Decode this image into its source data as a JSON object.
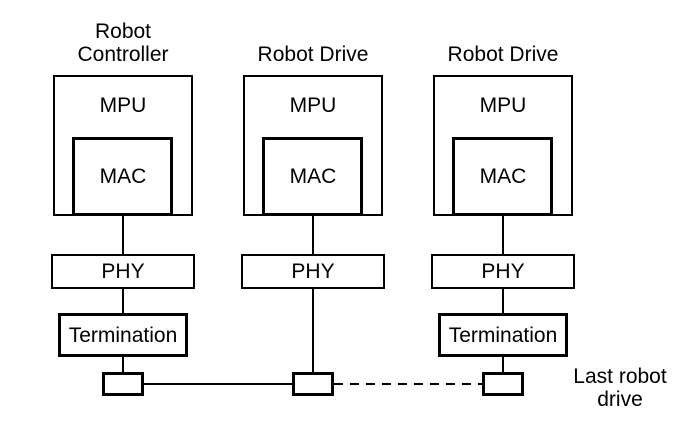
{
  "diagram": {
    "type": "block-diagram",
    "colors": {
      "ink": "#000000",
      "background": "#ffffff"
    },
    "columns": [
      {
        "id": "robot-controller",
        "label": "Robot Controller",
        "mpu": "MPU",
        "mac": "MAC",
        "phy": "PHY",
        "termination": "Termination"
      },
      {
        "id": "robot-drive-1",
        "label": "Robot Drive",
        "mpu": "MPU",
        "mac": "MAC",
        "phy": "PHY"
      },
      {
        "id": "robot-drive-2",
        "label": "Robot Drive",
        "mpu": "MPU",
        "mac": "MAC",
        "phy": "PHY",
        "termination": "Termination"
      }
    ],
    "annotation": "Last robot drive",
    "connections": [
      {
        "from": "robot-controller",
        "to": "robot-drive-1",
        "style": "solid"
      },
      {
        "from": "robot-drive-1",
        "to": "robot-drive-2",
        "style": "dashed"
      }
    ]
  }
}
